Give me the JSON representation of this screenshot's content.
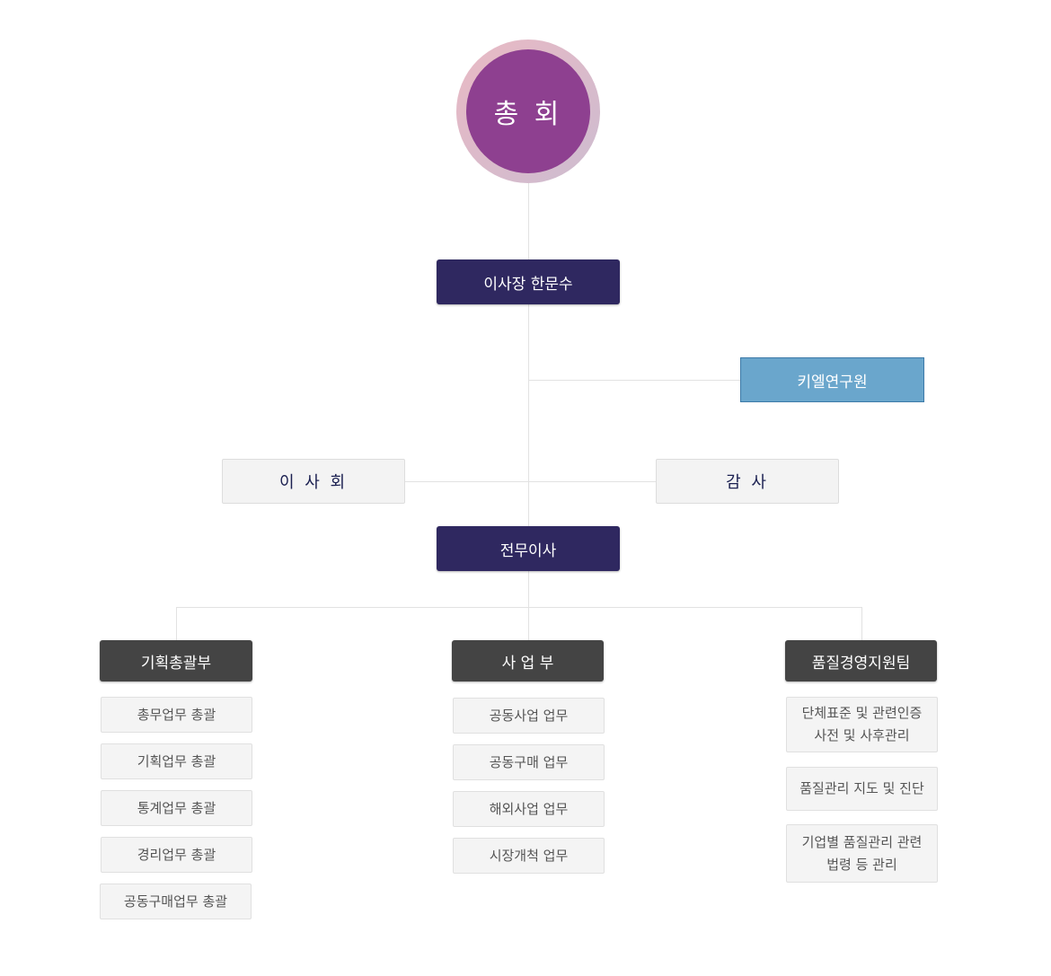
{
  "general_assembly": "총 회",
  "chairman": "이사장 한문수",
  "institute": "키엘연구원",
  "board": "이 사 회",
  "auditor": "감 사",
  "executive_director": "전무이사",
  "colors": {
    "assembly": "#8e4090",
    "navy": "#2f2860",
    "institute": "#6aa6cc",
    "dept": "#444444"
  },
  "departments": [
    {
      "name": "기획총괄부",
      "items": [
        "총무업무 총괄",
        "기획업무 총괄",
        "통계업무 총괄",
        "경리업무 총괄",
        "공동구매업무 총괄"
      ]
    },
    {
      "name": "사 업 부",
      "items": [
        "공동사업 업무",
        "공동구매 업무",
        "해외사업 업무",
        "시장개척 업무"
      ]
    },
    {
      "name": "품질경영지원팀",
      "items": [
        "단체표준 및 관련인증\n사전 및 사후관리",
        "품질관리 지도 및 진단",
        "기업별 품질관리 관련\n법령 등 관리"
      ]
    }
  ]
}
